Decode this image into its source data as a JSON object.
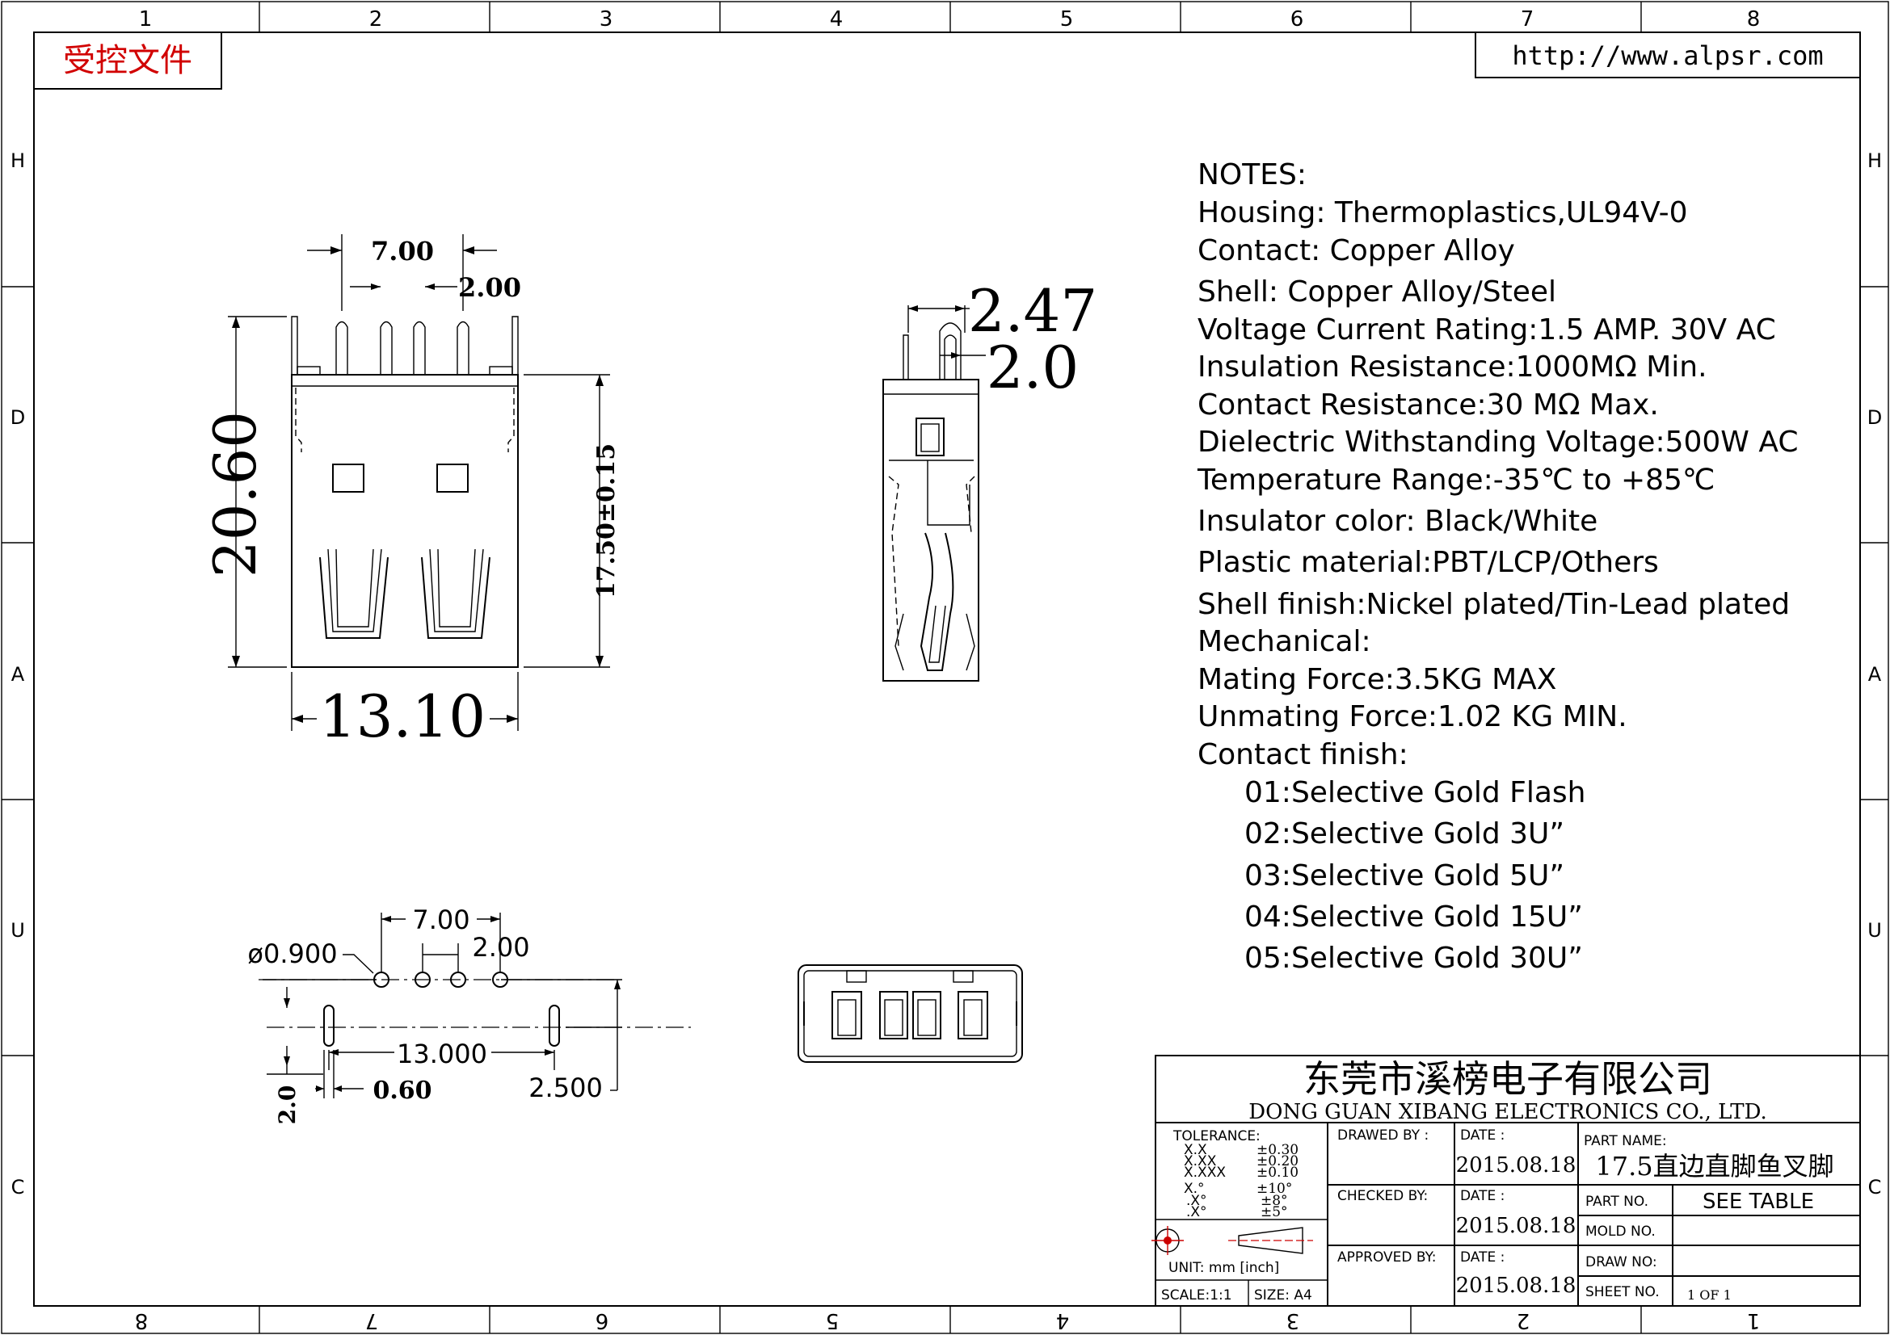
{
  "frame": {
    "columns": [
      "1",
      "2",
      "3",
      "4",
      "5",
      "6",
      "7",
      "8"
    ],
    "columns_bottom": [
      "8",
      "7",
      "6",
      "5",
      "4",
      "3",
      "2",
      "1"
    ],
    "rows": [
      "H",
      "D",
      "A",
      "U",
      "C"
    ],
    "controlled_stamp": "受控文件",
    "url": "http://www.alpsr.com"
  },
  "front_view": {
    "dim_pitch": "7.00",
    "dim_pin": "2.00",
    "dim_height": "20.60",
    "dim_inner": "17.50±0.15",
    "dim_width": "13.10"
  },
  "side_view": {
    "dim_top": "2.47",
    "dim_mid": "2.0"
  },
  "pcb_layout": {
    "dim_pitch": "7.00",
    "dim_pin": "2.00",
    "dim_hole": "ø0.900",
    "dim_span": "13.000",
    "dim_slot": "0.60",
    "dim_offset": "2.500",
    "dim_vertical": "2.0"
  },
  "notes": {
    "title": "NOTES:",
    "lines": [
      "Housing:  Thermoplastics,UL94V-0",
      "Contact:  Copper  Alloy",
      "Shell:  Copper  Alloy/Steel",
      "Voltage  Current  Rating:1.5  AMP.  30V  AC",
      "Insulation  Resistance:1000MΩ  Min.",
      "Contact  Resistance:30  MΩ  Max.",
      "Dielectric  Withstanding  Voltage:500W  AC",
      "Temperature  Range:-35℃  to  +85℃",
      "Insulator  color:  Black/White",
      "Plastic  material:PBT/LCP/Others",
      "Shell  finish:Nickel  plated/Tin-Lead  plated",
      "Mechanical:",
      "Mating  Force:3.5KG  MAX",
      "Unmating  Force:1.02  KG  MIN.",
      "Contact  finish:"
    ],
    "finish": [
      "01:Selective  Gold  Flash",
      "02:Selective  Gold  3U”",
      "03:Selective  Gold  5U”",
      "04:Selective  Gold  15U”",
      "05:Selective  Gold  30U”"
    ]
  },
  "title_block": {
    "company_cn": "东莞市溪榜电子有限公司",
    "company_en": "DONG  GUAN  XIBANG  ELECTRONICS  CO.,  LTD.",
    "tolerance_label": "TOLERANCE:",
    "tolerance": [
      {
        "k": "X.X",
        "v": "±0.30"
      },
      {
        "k": "X.XX",
        "v": "±0.20"
      },
      {
        "k": "X.XXX",
        "v": "±0.10"
      },
      {
        "k": "X.°",
        "v": "±10°"
      },
      {
        "k": ".X°",
        "v": "±8°"
      },
      {
        "k": ".X°",
        "v": "±5°"
      }
    ],
    "unit": "UNIT:  mm  [inch]",
    "scale": "SCALE:1:1",
    "size": "SIZE:  A4",
    "drawn_by": "DRAWED  BY :",
    "checked_by": "CHECKED  BY:",
    "approved_by": "APPROVED  BY:",
    "date_label": "DATE  :",
    "date1": "2015.08.18",
    "date2": "2015.08.18",
    "date3": "2015.08.18",
    "part_name_label": "PART  NAME:",
    "part_name": "17.5直边直脚鱼叉脚",
    "part_no_label": "PART  NO.",
    "part_no": "SEE  TABLE",
    "mold_no_label": "MOLD  NO.",
    "draw_no_label": "DRAW  NO:",
    "sheet_no_label": "SHEET  NO.",
    "sheet_no": "1  OF  1"
  }
}
